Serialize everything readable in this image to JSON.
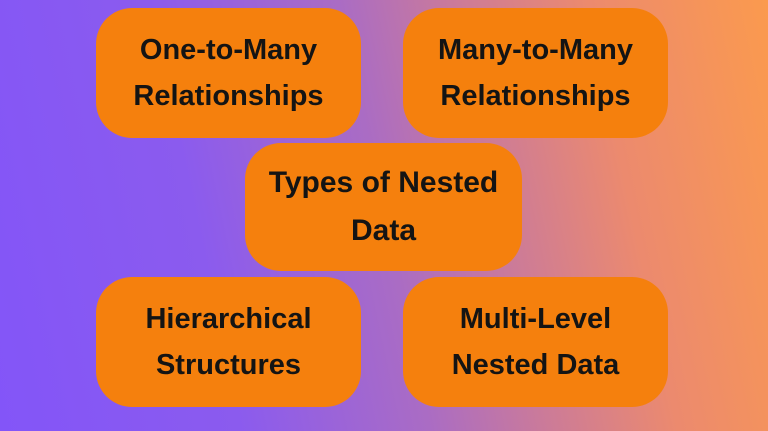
{
  "title": "Types of Nested Data",
  "colors": {
    "node_fill": "#f5800d",
    "text": "#141414",
    "background_gradient_left": "#8355f8",
    "background_gradient_mid": "#aa6cc4",
    "background_gradient_right": "#fb9a4e"
  },
  "nodes": [
    {
      "id": "one-to-many-relationships",
      "label": "One-to-Many Relationships",
      "lines": [
        "One-to-Many",
        "Relationships"
      ]
    },
    {
      "id": "many-to-many-relationships",
      "label": "Many-to-Many Relationships",
      "lines": [
        "Many-to-Many",
        "Relationships"
      ]
    },
    {
      "id": "types-of-nested-data",
      "label": "Types of Nested Data",
      "lines": [
        "Types of Nested",
        "Data"
      ]
    },
    {
      "id": "hierarchical-structures",
      "label": "Hierarchical Structures",
      "lines": [
        "Hierarchical",
        "Structures"
      ]
    },
    {
      "id": "multi-level-nested-data",
      "label": "Multi-Level Nested Data",
      "lines": [
        "Multi-Level",
        "Nested Data"
      ]
    }
  ]
}
